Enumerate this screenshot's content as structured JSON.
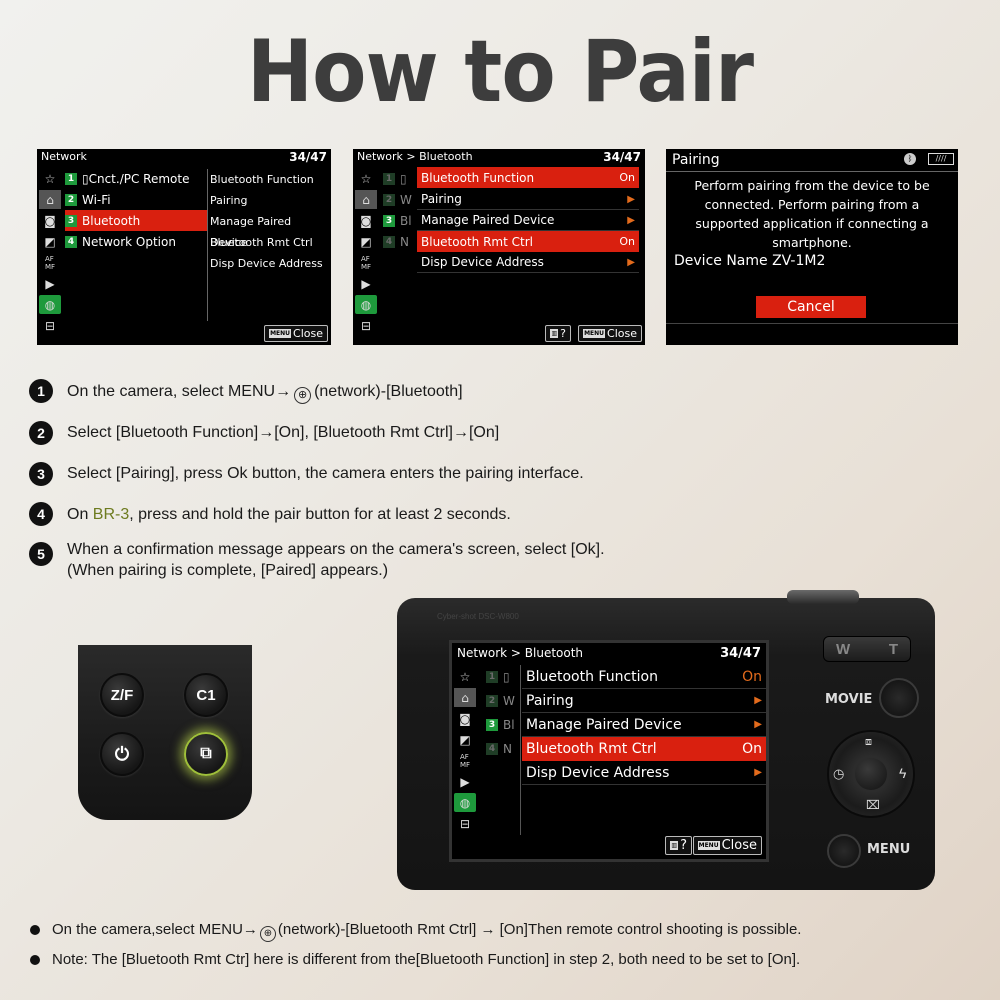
{
  "title": "How to Pair",
  "screen1": {
    "header": "Network",
    "page": "34/47",
    "items": [
      {
        "num": "1",
        "label": "▯Cnct./PC Remote"
      },
      {
        "num": "2",
        "label": "Wi-Fi"
      },
      {
        "num": "3",
        "label": "Bluetooth"
      },
      {
        "num": "4",
        "label": "Network Option"
      }
    ],
    "submenu": [
      "Bluetooth Function",
      "Pairing",
      "Manage Paired Device",
      "Bluetooth Rmt Ctrl",
      "Disp Device Address"
    ],
    "close": "Close"
  },
  "screen2": {
    "header": "Network > Bluetooth",
    "page": "34/47",
    "left_nums": [
      "1",
      "2",
      "3",
      "4"
    ],
    "left_letters": [
      "▯",
      "W",
      "Bl",
      "N"
    ],
    "items": [
      {
        "label": "Bluetooth Function",
        "value": "On"
      },
      {
        "label": "Pairing",
        "value": "▶"
      },
      {
        "label": "Manage Paired Device",
        "value": "▶"
      },
      {
        "label": "Bluetooth Rmt Ctrl",
        "value": "On"
      },
      {
        "label": "Disp Device Address",
        "value": "▶"
      }
    ],
    "help": "?",
    "close": "Close"
  },
  "screen3": {
    "header": "Pairing",
    "message": "Perform pairing from the device to be connected. Perform pairing from a supported application if connecting a smartphone.",
    "device": "Device Name ZV-1M2",
    "cancel": "Cancel"
  },
  "steps": [
    {
      "n": "1",
      "text_a": "On the camera, select MENU→",
      "text_b": "(network)-[Bluetooth]"
    },
    {
      "n": "2",
      "text": "Select [Bluetooth Function]→[On], [Bluetooth Rmt Ctrl]→[On]"
    },
    {
      "n": "3",
      "text": "Select [Pairing], press Ok button, the camera enters the pairing interface."
    },
    {
      "n": "4",
      "text_a": "On ",
      "text_hl": "BR-3",
      "text_b": ", press and hold the pair button for at least 2 seconds."
    },
    {
      "n": "5",
      "line1": "When a confirmation message appears on the camera's screen, select [Ok].",
      "line2": "(When pairing is complete, [Paired] appears.)"
    }
  ],
  "remote": {
    "btn_zf": "Z/F",
    "btn_c1": "C1"
  },
  "camera": {
    "brand_text": "Cyber-shot  DSC-W800",
    "wt": [
      "W",
      "T"
    ],
    "movie": "MOVIE",
    "menu": "MENU"
  },
  "notes": [
    {
      "text_a": "On the camera,select MENU→",
      "text_b": "(network)-[Bluetooth Rmt Ctrl] → [On]Then remote control shooting is possible."
    },
    {
      "text": "Note: The [Bluetooth Rmt Ctr] here is different from the[Bluetooth Function] in step 2, both need to be set to [On]."
    }
  ],
  "colors": {
    "menu_red": "#d9200f",
    "network_green": "#1e9a3c",
    "highlight": "#6d7b1f"
  }
}
